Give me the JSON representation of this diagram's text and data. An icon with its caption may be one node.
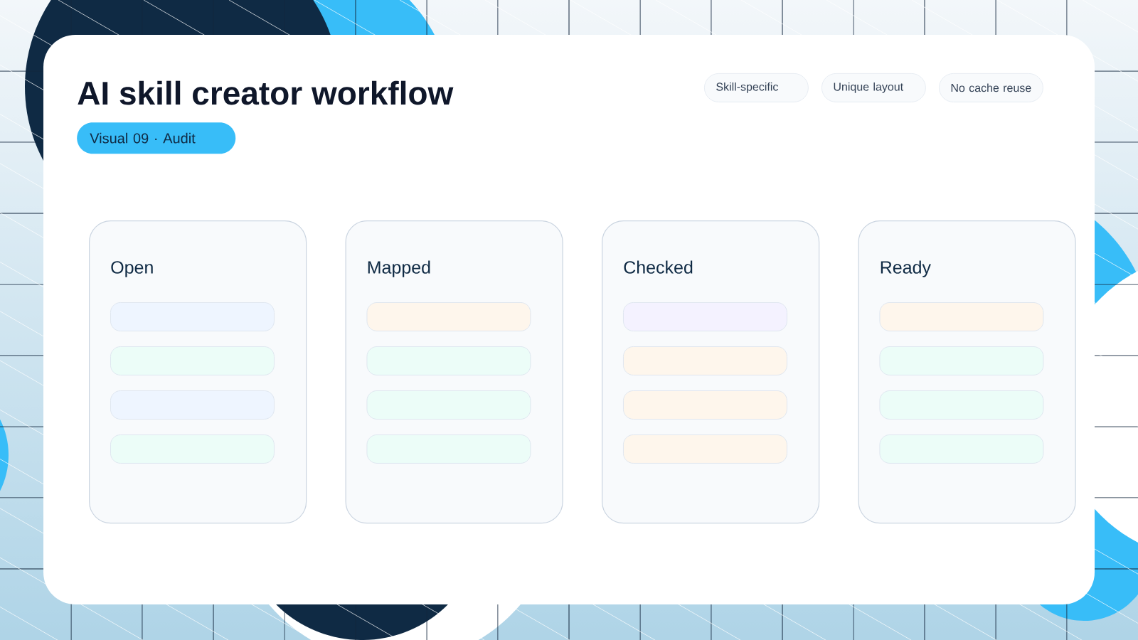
{
  "diagram": {
    "title": "AI skill creator workflow",
    "nodes": [
      {
        "text": [
          "Visual 09 · Audit"
        ]
      },
      {
        "text": [
          "Skill-specific"
        ]
      },
      {
        "text": [
          "Unique layout"
        ]
      },
      {
        "text": [
          "No cache reuse"
        ]
      },
      {
        "text": [
          "Open"
        ]
      },
      {
        "text": [],
        "shape": "bar",
        "in": 4
      },
      {
        "text": [],
        "shape": "bar",
        "in": 4
      },
      {
        "text": [],
        "shape": "bar",
        "in": 4
      },
      {
        "text": [],
        "shape": "bar",
        "in": 4
      },
      {
        "text": [
          "Mapped"
        ]
      },
      {
        "text": [],
        "shape": "bar",
        "in": 9
      },
      {
        "text": [],
        "shape": "bar",
        "in": 9
      },
      {
        "text": [],
        "shape": "bar",
        "in": 9
      },
      {
        "text": [],
        "shape": "bar",
        "in": 9
      },
      {
        "text": [
          "Checked"
        ]
      },
      {
        "text": [],
        "shape": "bar",
        "in": 14
      },
      {
        "text": [],
        "shape": "bar",
        "in": 14
      },
      {
        "text": [],
        "shape": "bar",
        "in": 14
      },
      {
        "text": [],
        "shape": "bar",
        "in": 14
      },
      {
        "text": [
          "Ready"
        ]
      },
      {
        "text": [],
        "shape": "bar",
        "in": 19
      },
      {
        "text": [],
        "shape": "bar",
        "in": 19
      },
      {
        "text": [],
        "shape": "bar",
        "in": 19
      },
      {
        "text": [],
        "shape": "bar",
        "in": 19
      }
    ]
  }
}
